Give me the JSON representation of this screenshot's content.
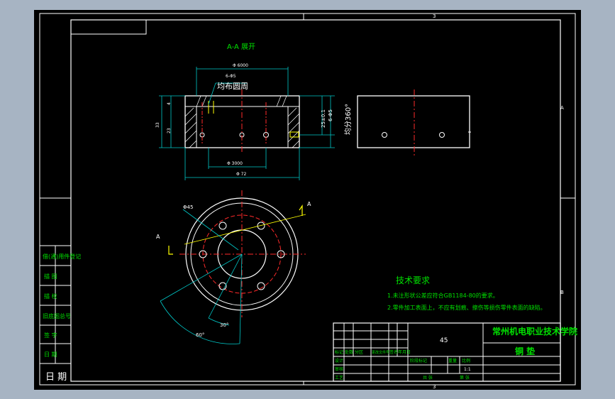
{
  "section_title": "A-A 展开",
  "hole_spec_upper": "6-Φ5",
  "hole_spec_lower": "均布圆周",
  "dims": {
    "outer_diameter": "Φ 6000",
    "inner_diameter": "Φ 3000",
    "base_diameter": "Φ 72",
    "height_total": "33",
    "height_a": "4",
    "height_b": "23",
    "right_dim_a": "25±0.1",
    "right_dim_b": "6-Φ5",
    "right_dim_c": "均分360°",
    "circle_label": "Φ45",
    "angle_a": "30°",
    "angle_b": "60°"
  },
  "section_marks": {
    "left": "A",
    "right": "A"
  },
  "edge_marks": {
    "top": "3",
    "bottom": "3",
    "right_top": "A",
    "right_mid": "B"
  },
  "tech": {
    "title": "技术要求",
    "line1": "1.未注形状公差应符合GB1184-80的要求。",
    "line2": "2.零件加工表面上，不应有划痕、擦伤等损伤零件表面的缺陷。"
  },
  "title_block": {
    "material": "45",
    "school": "常州机电职业技术学院",
    "part_name": "铜 垫",
    "scale": "1:1",
    "row_labels": [
      "标记",
      "处数",
      "分区",
      "更改文件号",
      "签名",
      "年月日"
    ],
    "role_labels": [
      "设计",
      "审核",
      "工艺"
    ],
    "stage_label": "阶段标记",
    "weight_label": "重量",
    "scale_label": "比例",
    "sheet_a": "共 张",
    "sheet_b": "第 张"
  },
  "side_panel": [
    "借(通)用件登记",
    "描 图",
    "描 校",
    "旧底图总号",
    "签 字",
    "日 期"
  ],
  "footer": "日 期",
  "colors": {
    "cyan": "#00c8c8",
    "red": "#ff2a2a",
    "yellow": "#ffff00",
    "green": "#00e000",
    "white": "#ffffff"
  }
}
